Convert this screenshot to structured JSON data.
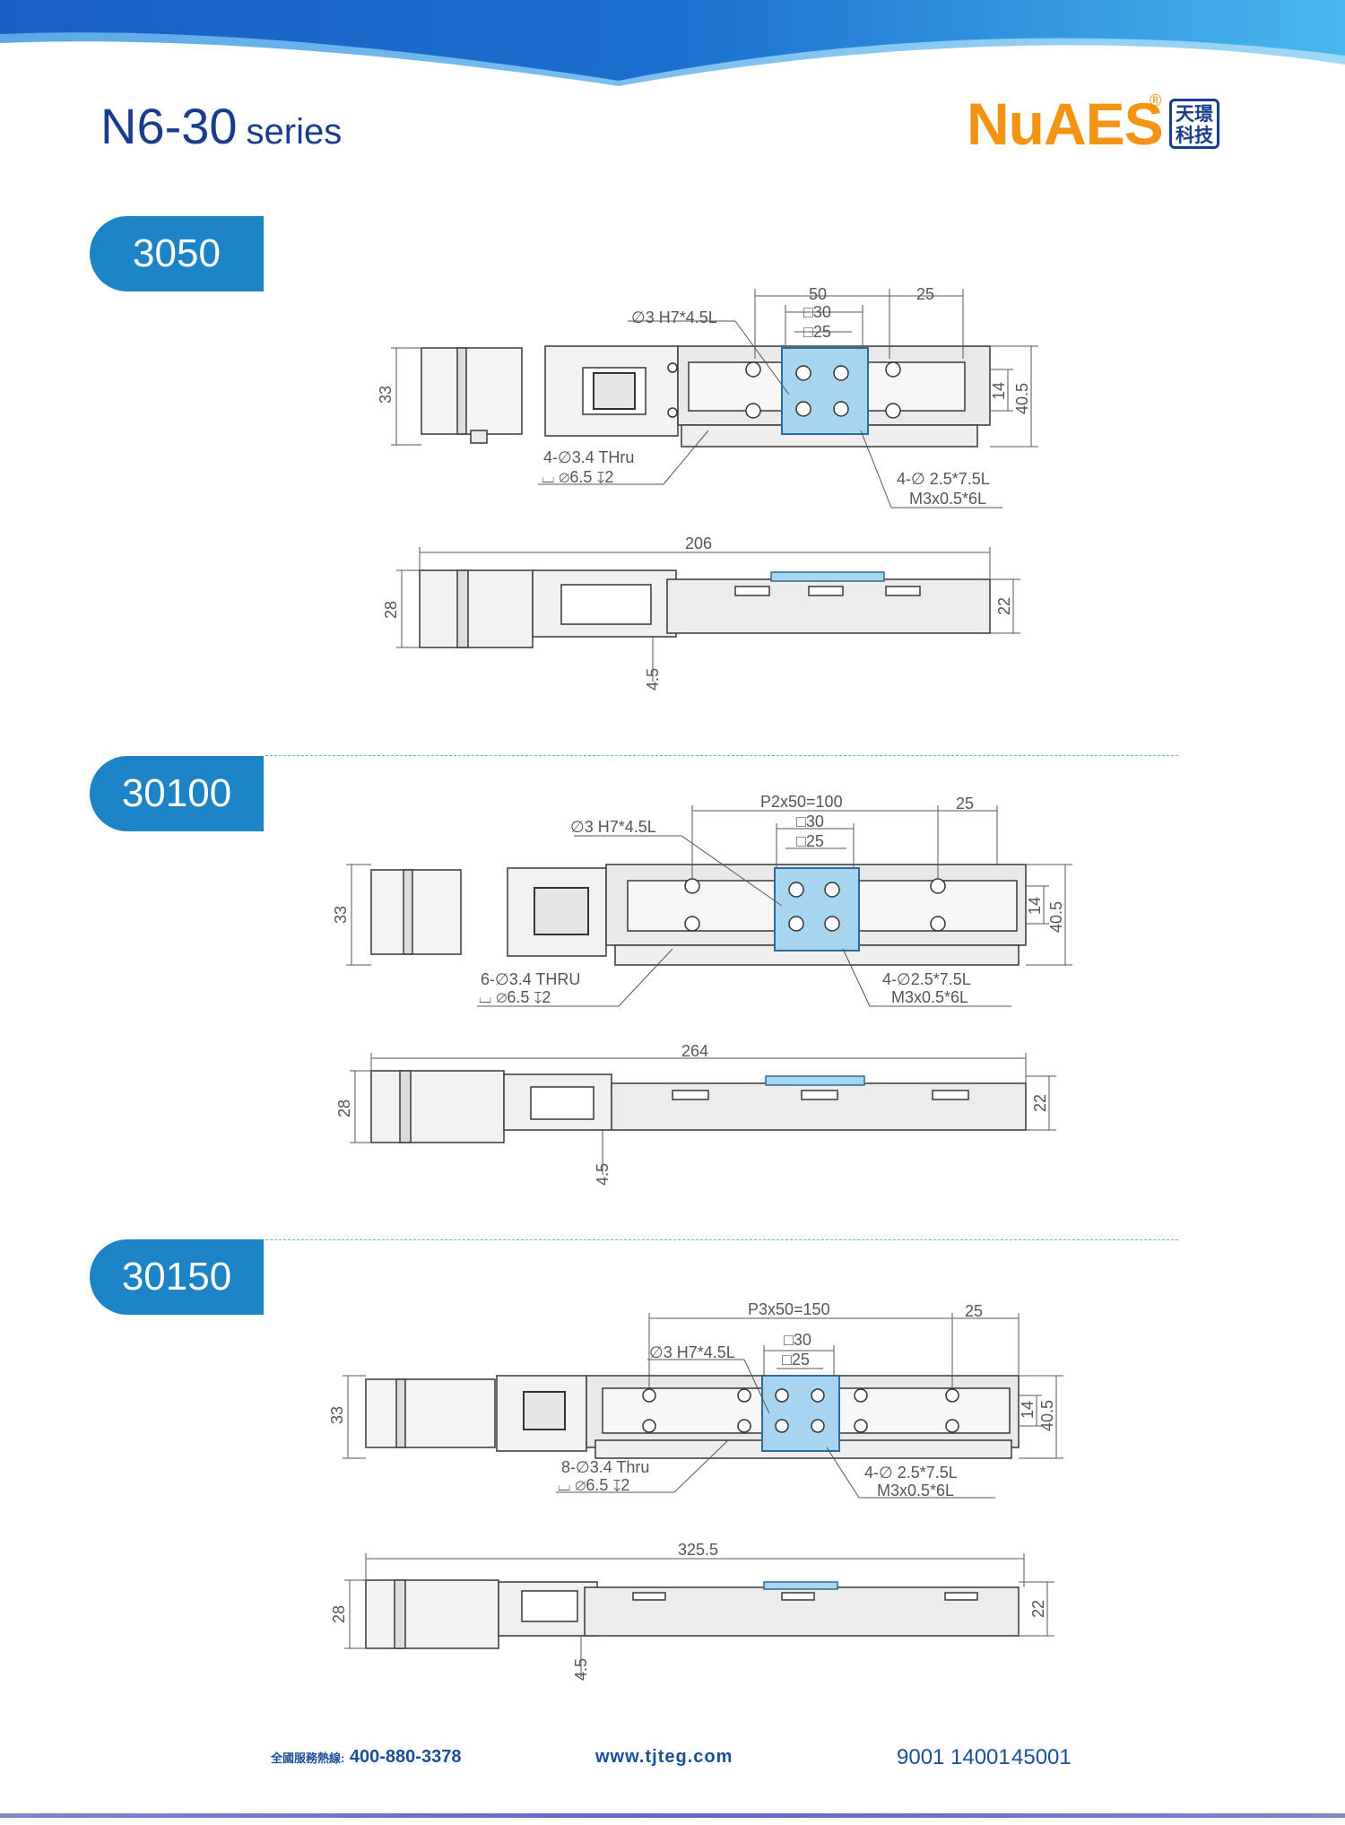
{
  "header": {
    "series_code": "N6-30",
    "series_word": "series",
    "brand_name": "NuAES",
    "brand_mark": "®",
    "brand_seal": [
      "天璟",
      "科技"
    ],
    "accent_color": "#1c83c6",
    "brand_color": "#f29314"
  },
  "sections": [
    {
      "tab_label": "3050",
      "top_view": {
        "dims": {
          "pitch": "50",
          "end": "25",
          "sq30": "30",
          "sq25": "25",
          "pin_hole": "3 H7*4.5L",
          "thru_holes": "4-",
          "thru_holes_b": "3.4 THru",
          "counterbore": "6.5",
          "counterbore_depth": "2",
          "tap_holes": "4-",
          "tap_holes_b": "2.5*7.5L",
          "tap_thread": "M3x0.5*6L",
          "height_left": "33",
          "width_right": "40.5",
          "rail": "14"
        }
      },
      "side_view": {
        "dims": {
          "length": "206",
          "height_left": "28",
          "height_right": "22",
          "base": "4.5"
        }
      }
    },
    {
      "tab_label": "30100",
      "top_view": {
        "dims": {
          "pitch": "P2x50=100",
          "end": "25",
          "sq30": "30",
          "sq25": "25",
          "pin_hole": "3 H7*4.5L",
          "thru_holes": "6-",
          "thru_holes_b": "3.4 THRU",
          "counterbore": "6.5",
          "counterbore_depth": "2",
          "tap_holes": "4-",
          "tap_holes_b": "2.5*7.5L",
          "tap_thread": "M3x0.5*6L",
          "height_left": "33",
          "width_right": "40.5",
          "rail": "14"
        }
      },
      "side_view": {
        "dims": {
          "length": "264",
          "height_left": "28",
          "height_right": "22",
          "base": "4.5"
        }
      }
    },
    {
      "tab_label": "30150",
      "top_view": {
        "dims": {
          "pitch": "P3x50=150",
          "end": "25",
          "sq30": "30",
          "sq25": "25",
          "pin_hole": "3 H7*4.5L",
          "thru_holes": "8-",
          "thru_holes_b": "3.4 Thru",
          "counterbore": "6.5",
          "counterbore_depth": "2",
          "tap_holes": "4-",
          "tap_holes_b": "2.5*7.5L",
          "tap_thread": "M3x0.5*6L",
          "height_left": "33",
          "width_right": "40.5",
          "rail": "14"
        }
      },
      "side_view": {
        "dims": {
          "length": "325.5",
          "height_left": "28",
          "height_right": "22",
          "base": "4.5"
        }
      }
    }
  ],
  "footer": {
    "hotline_label": "全國服務熱線:",
    "hotline_number": "400-880-3378",
    "website": "www.tjteg.com",
    "iso": [
      "9001",
      "14001",
      "45001"
    ]
  }
}
